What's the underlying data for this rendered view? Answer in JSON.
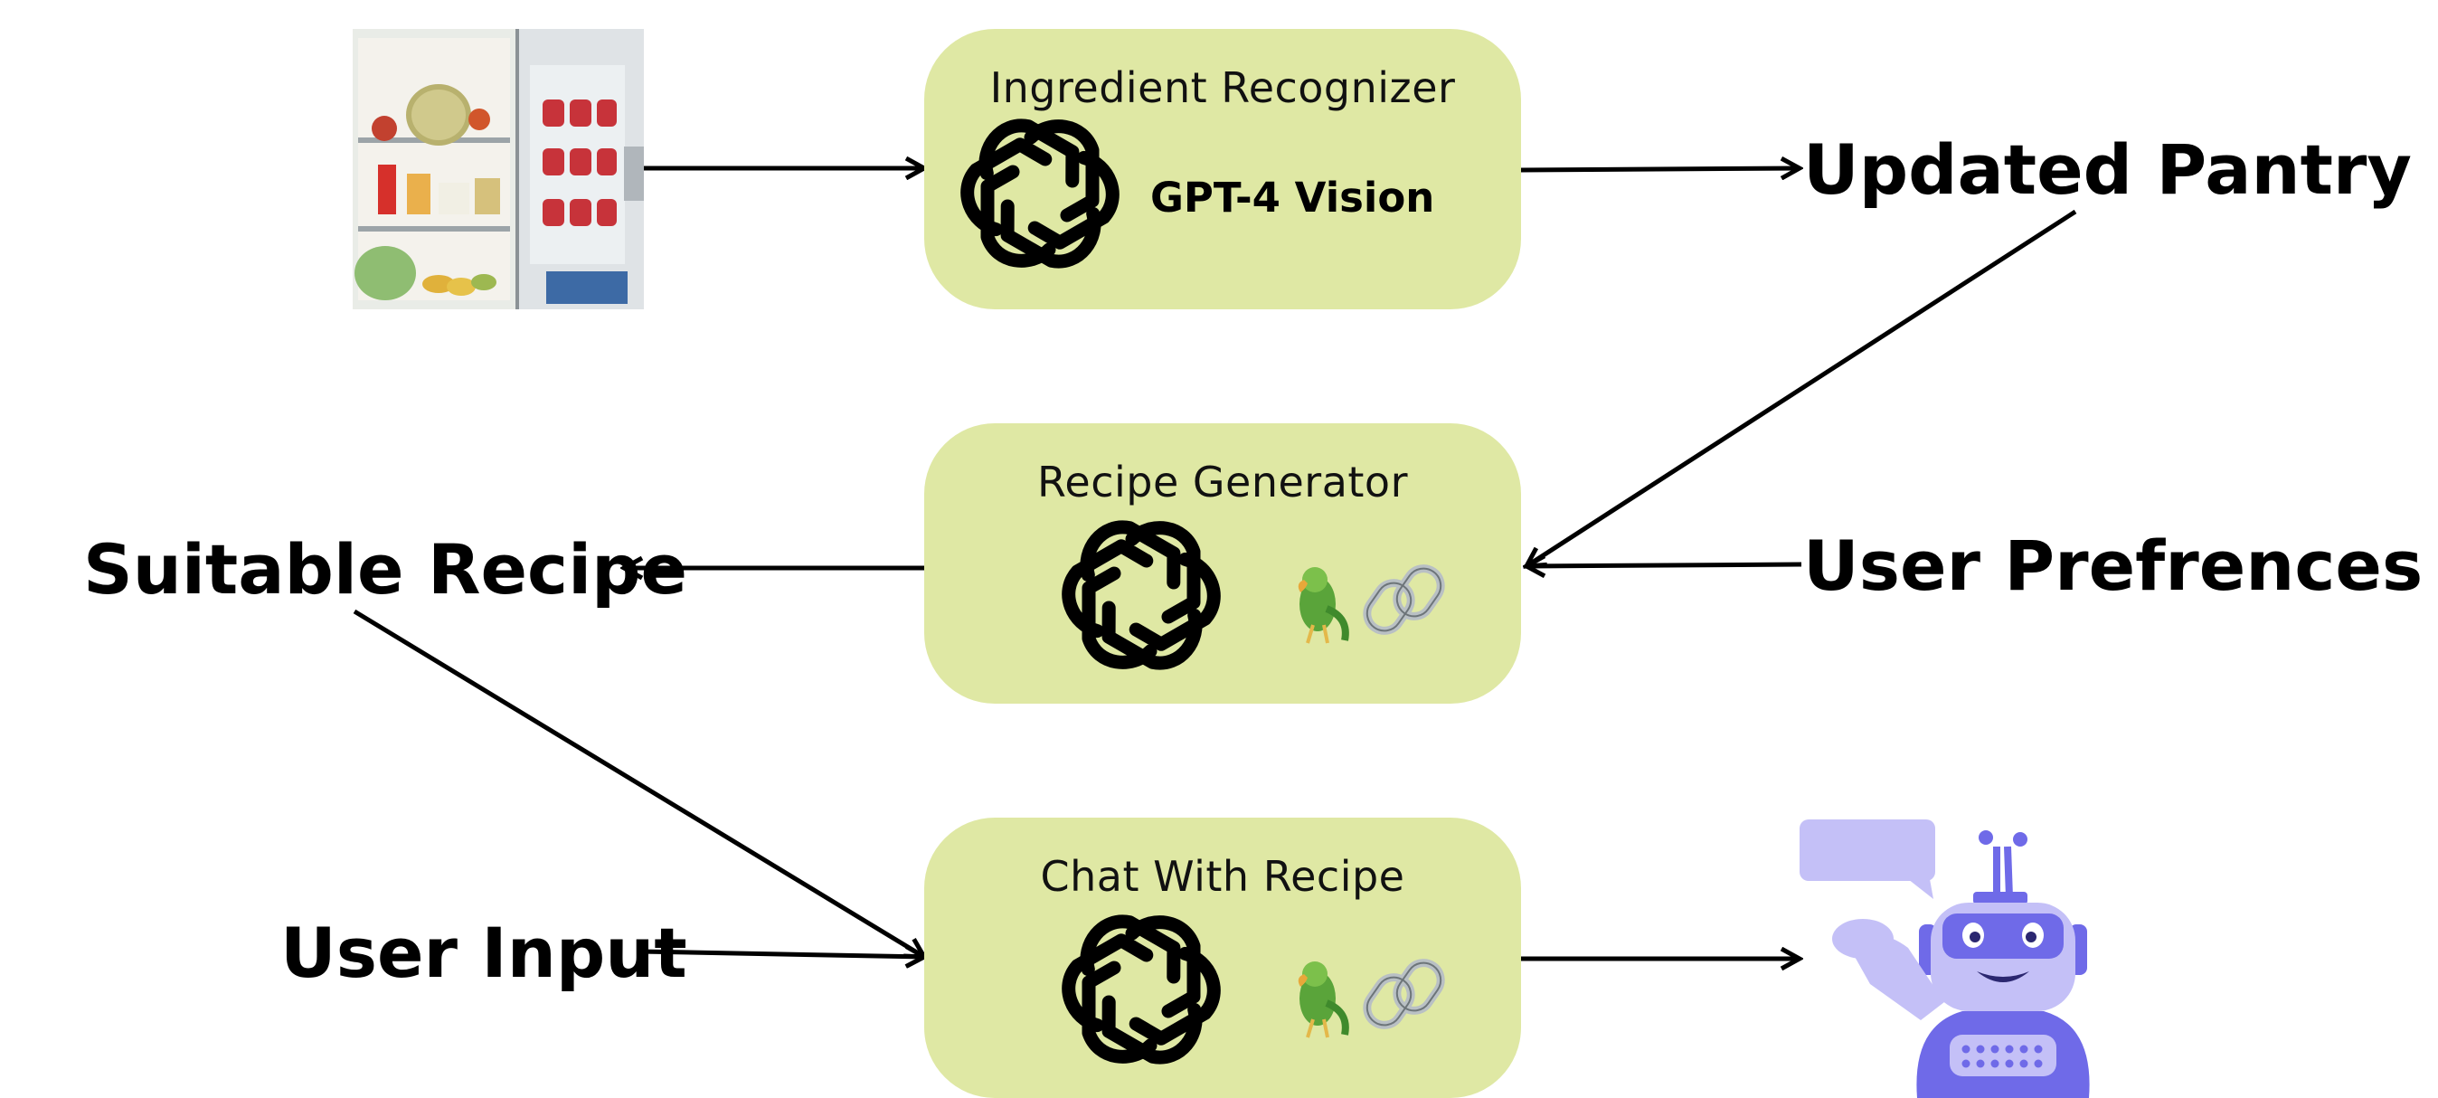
{
  "boxes": {
    "recognizer": {
      "title": "Ingredient Recognizer",
      "model_label": "GPT-4 Vision"
    },
    "generator": {
      "title": "Recipe Generator"
    },
    "chat": {
      "title": "Chat With Recipe"
    }
  },
  "labels": {
    "updated_pantry": "Updated Pantry",
    "user_preferences": "User Prefrences",
    "suitable_recipe": "Suitable Recipe",
    "user_input": "User Input"
  },
  "icons": {
    "fridge": "fridge-photo",
    "openai": "openai-logo",
    "langchain": "parrot-chain-icon",
    "chatbot": "robot-chatbot-illustration"
  },
  "colors": {
    "box_fill": "#dfe8a4",
    "robot_purple": "#6f6ae8",
    "robot_light": "#c4c0f7"
  }
}
